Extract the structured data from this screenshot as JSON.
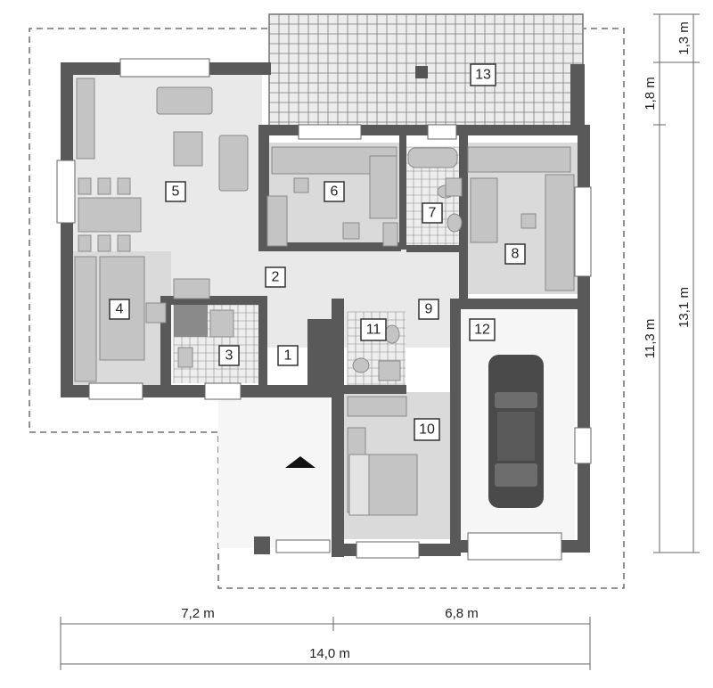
{
  "rooms": [
    {
      "id": "1",
      "label": "1"
    },
    {
      "id": "2",
      "label": "2"
    },
    {
      "id": "3",
      "label": "3"
    },
    {
      "id": "4",
      "label": "4"
    },
    {
      "id": "5",
      "label": "5"
    },
    {
      "id": "6",
      "label": "6"
    },
    {
      "id": "7",
      "label": "7"
    },
    {
      "id": "8",
      "label": "8"
    },
    {
      "id": "9",
      "label": "9"
    },
    {
      "id": "10",
      "label": "10"
    },
    {
      "id": "11",
      "label": "11"
    },
    {
      "id": "12",
      "label": "12"
    },
    {
      "id": "13",
      "label": "13"
    }
  ],
  "dimensions": {
    "bottom_left": "7,2 m",
    "bottom_right": "6,8 m",
    "bottom_total": "14,0 m",
    "right_top": "1,3 m",
    "right_upper": "1,8 m",
    "right_lower": "11,3 m",
    "right_total": "13,1 m"
  },
  "colors": {
    "wall": "#595959",
    "floor": "#dadada",
    "floor_light": "#e9e9e9",
    "furniture": "#c4c4c4",
    "car": "#4a4a4a"
  }
}
